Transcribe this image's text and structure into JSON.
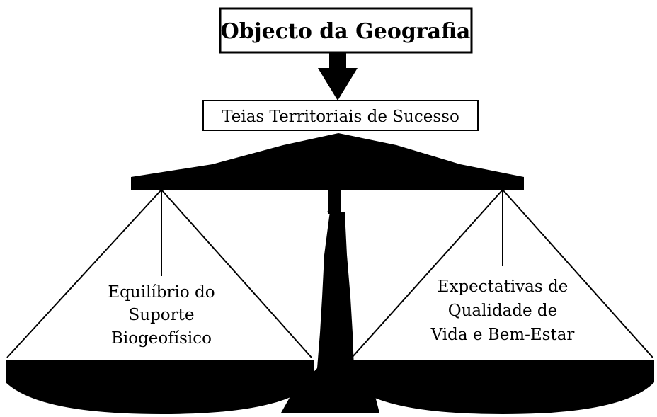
{
  "title": "Objecto da Geografia",
  "subtitle": "Teias Territoriais de Sucesso",
  "left_pan": {
    "lines": [
      "Equilíbrio do",
      "Suporte",
      "Biogeofísico"
    ]
  },
  "right_pan": {
    "lines": [
      "Expectativas de",
      "Qualidade de",
      "Vida e Bem-Estar"
    ]
  },
  "colors": {
    "ink": "#000000",
    "paper": "#ffffff"
  }
}
